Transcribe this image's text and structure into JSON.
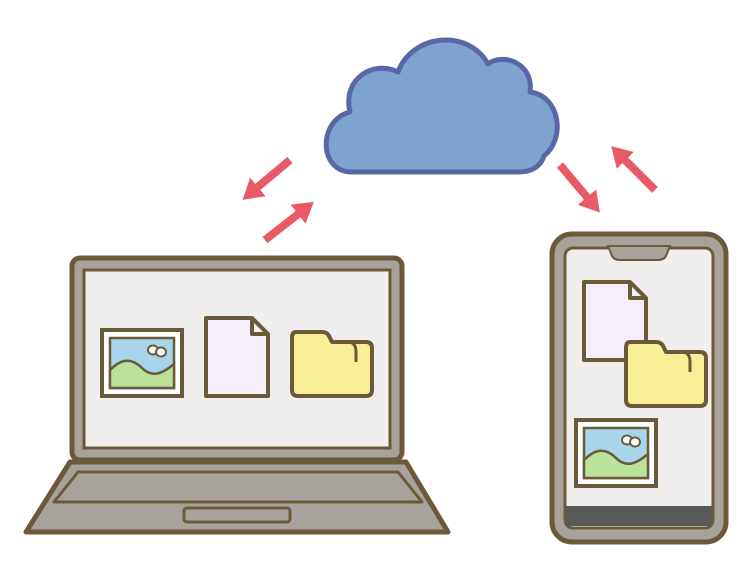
{
  "colors": {
    "background": "#ffffff",
    "outline": "#6b5a3a",
    "cloud_fill": "#7fa3cf",
    "cloud_outline": "#5a67a6",
    "arrow": "#e85a66",
    "device_body": "#a8a29c",
    "screen": "#f0efee",
    "keyboard_deck": "#a8a29c",
    "document_fill": "#f5effa",
    "folder_fill": "#f8ee96",
    "photo_sky": "#a8d4ec",
    "photo_hill": "#b9e39a",
    "photo_frame": "#ffffff",
    "phone_bottom_bar": "#595959"
  },
  "scene": {
    "cloud": {
      "icon": "cloud-icon"
    },
    "laptop": {
      "icon": "laptop-icon",
      "screen_items": [
        "photo-icon",
        "document-icon",
        "folder-icon"
      ]
    },
    "smartphone": {
      "icon": "smartphone-icon",
      "screen_items": [
        "document-icon",
        "folder-icon",
        "photo-icon"
      ]
    },
    "sync_arrows": [
      "cloud-to-laptop",
      "laptop-to-cloud",
      "cloud-to-phone",
      "phone-to-cloud"
    ]
  }
}
